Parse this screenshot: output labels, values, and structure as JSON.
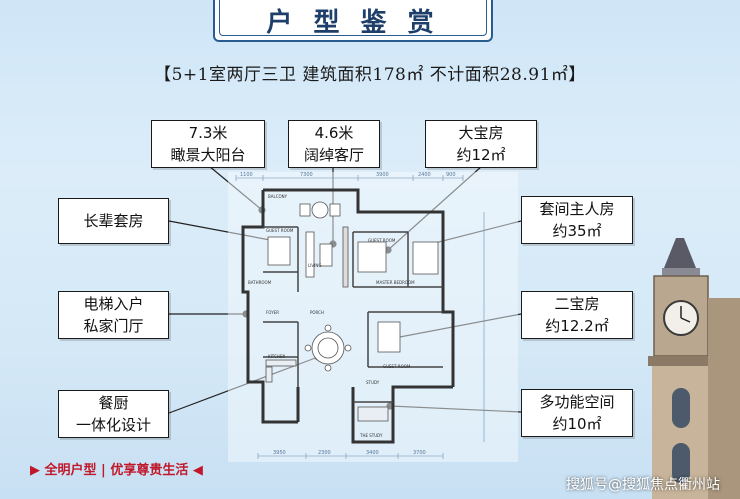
{
  "header": {
    "title": "户 型 鉴 赏"
  },
  "subtitle": "【5+1室两厅三卫  建筑面积178㎡  不计面积28.91㎡】",
  "callouts": {
    "balcony": [
      "7.3米",
      "瞰景大阳台"
    ],
    "living": [
      "4.6米",
      "阔绰客厅"
    ],
    "bedroom_big": [
      "大宝房",
      "约12㎡"
    ],
    "elder": [
      "长辈套房"
    ],
    "master": [
      "套间主人房",
      "约35㎡"
    ],
    "elevator": [
      "电梯入户",
      "私家门厅"
    ],
    "bedroom2": [
      "二宝房",
      "约12.2㎡"
    ],
    "kitchen": [
      "餐厨",
      "一体化设计"
    ],
    "multi": [
      "多功能空间",
      "约10㎡"
    ]
  },
  "floorplan": {
    "dims_top": [
      "1100",
      "7300",
      "3900",
      "2400",
      "900"
    ],
    "dims_bottom": [
      "3950",
      "2300",
      "3400",
      "3700"
    ],
    "room_labels": [
      "BALCONY",
      "GUEST ROOM",
      "LIVING",
      "GUEST ROOM",
      "MASTER BEDROOM",
      "BATHROOM",
      "FOYER",
      "PORCH",
      "KITCHEN",
      "GUEST ROOM",
      "STUDY",
      "THE STUDY"
    ]
  },
  "footer": {
    "slogan": "▶ 全明户型 | 优享尊贵生活 ◀",
    "watermark": "搜狐号@搜狐焦点衢州站"
  },
  "colors": {
    "title": "#1f3f6b",
    "border": "#2a5d8f",
    "slogan": "#c0182a"
  }
}
